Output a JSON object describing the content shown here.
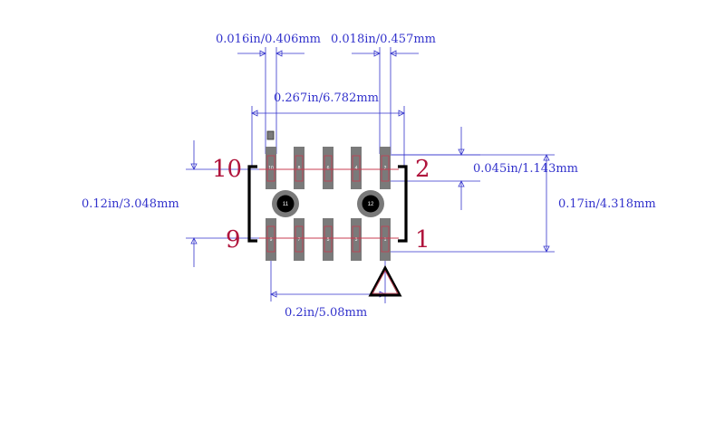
{
  "dimensions": {
    "pad_width": "0.016in/0.406mm",
    "pad_gap": "0.018in/0.457mm",
    "overall_width": "0.267in/6.782mm",
    "pad_pitch_vertical": "0.045in/1.143mm",
    "body_height": "0.12in/3.048mm",
    "overall_height": "0.17in/4.318mm",
    "row_span": "0.2in/5.08mm"
  },
  "pin_labels": {
    "top_left": "10",
    "top_right": "2",
    "bottom_left": "9",
    "bottom_right": "1"
  },
  "holes": {
    "left": "11",
    "right": "12"
  },
  "pads": {
    "top_row": [
      "10",
      "8",
      "6",
      "4",
      "2"
    ],
    "bottom_row": [
      "9",
      "7",
      "5",
      "3",
      "1"
    ]
  },
  "colors": {
    "dimension": "#3333cc",
    "pin_label": "#b0143c",
    "pad": "#7a7a7a",
    "silkscreen": "#000000",
    "pad_outline": "#c83c50"
  }
}
